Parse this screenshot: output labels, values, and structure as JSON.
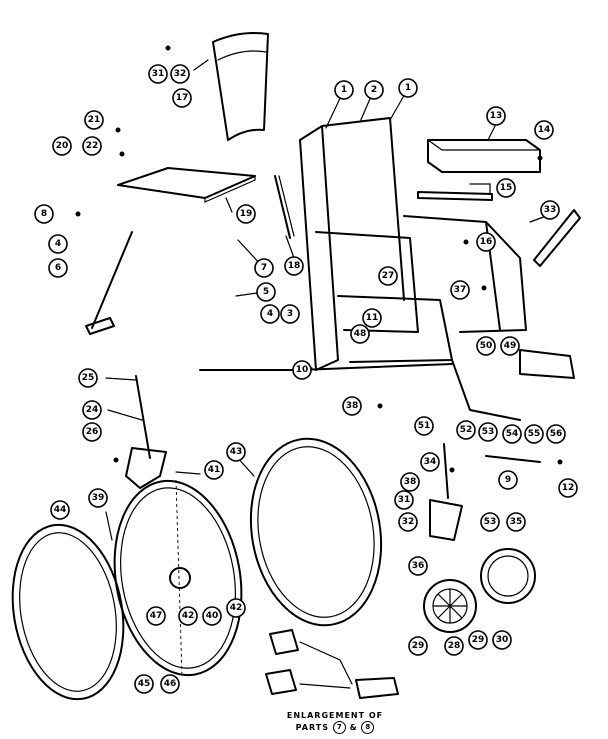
{
  "diagram": {
    "callouts": [
      "31",
      "32",
      "17",
      "1",
      "2",
      "1",
      "13",
      "14",
      "21",
      "20",
      "22",
      "15",
      "19",
      "33",
      "8",
      "16",
      "18",
      "4",
      "6",
      "7",
      "27",
      "5",
      "37",
      "4",
      "3",
      "48",
      "11",
      "50",
      "49",
      "10",
      "25",
      "38",
      "24",
      "51",
      "52",
      "53",
      "54",
      "55",
      "56",
      "26",
      "9",
      "12",
      "41",
      "43",
      "34",
      "44",
      "39",
      "38",
      "31",
      "32",
      "53",
      "35",
      "36",
      "47",
      "42",
      "40",
      "42",
      "29",
      "28",
      "29",
      "30",
      "45",
      "46"
    ],
    "caption": {
      "line1": "ENLARGEMENT OF",
      "line2_prefix": "PARTS",
      "ref_a": "7",
      "joiner": "&",
      "ref_b": "8"
    }
  }
}
